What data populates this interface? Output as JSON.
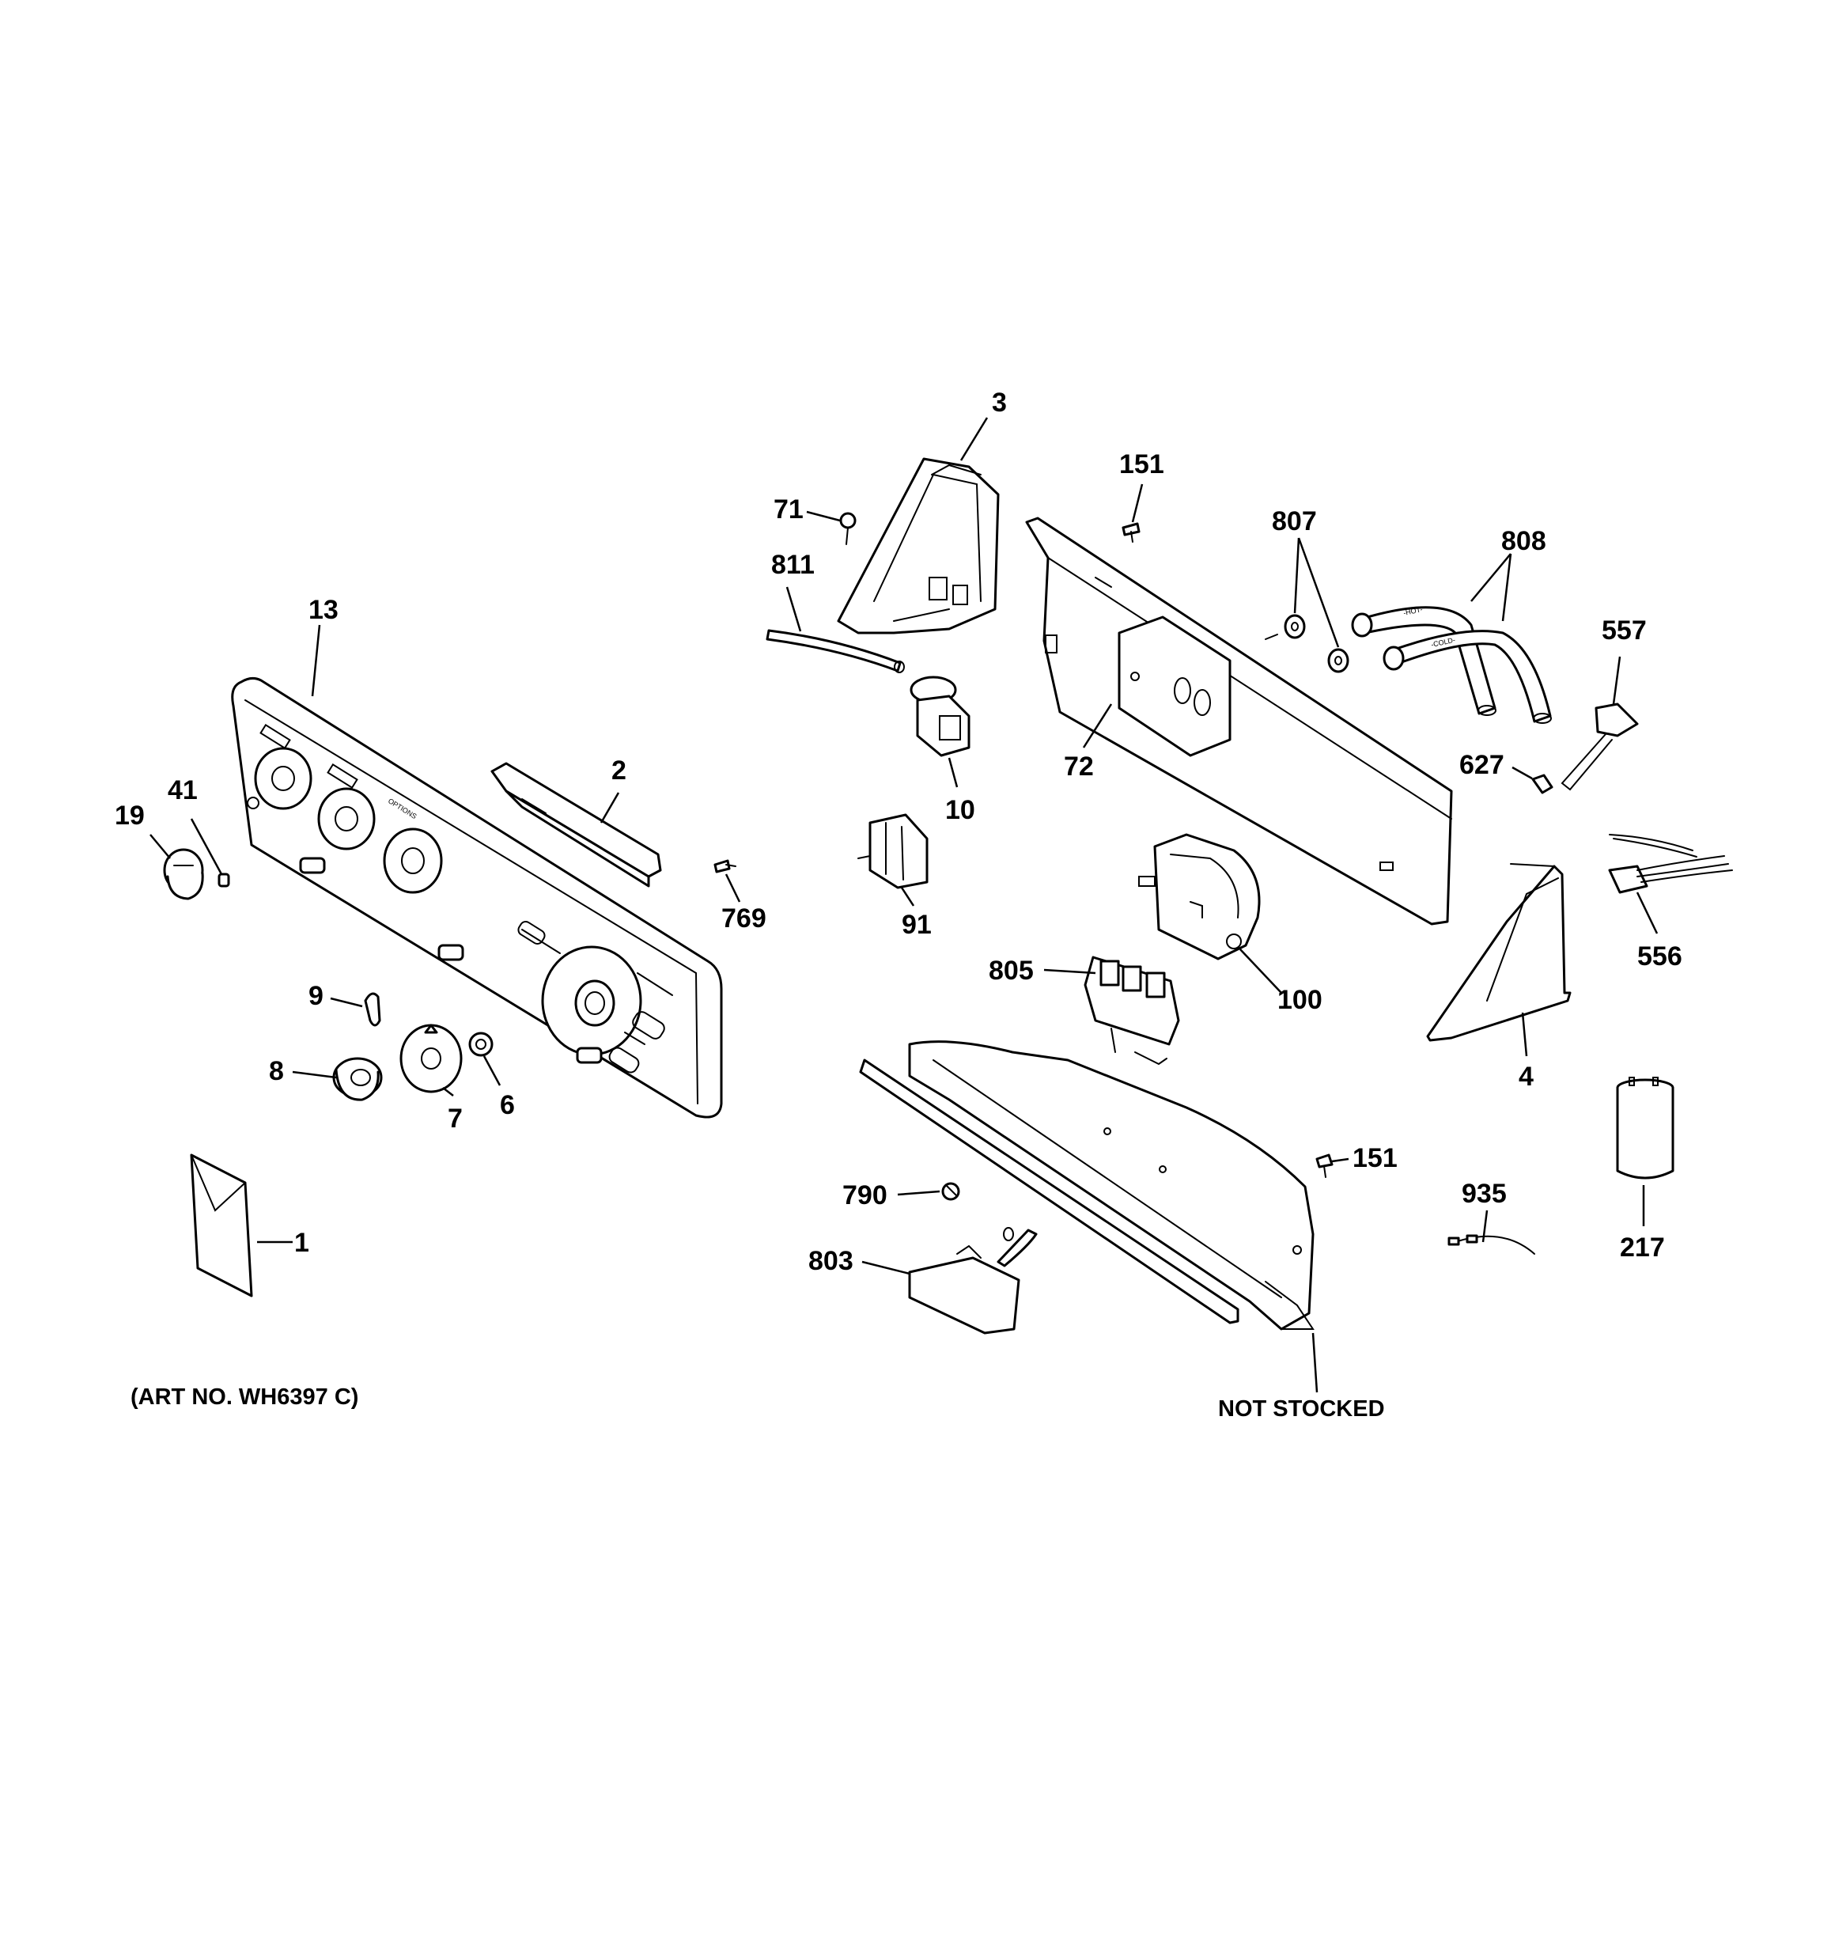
{
  "diagram": {
    "callouts": {
      "c3": "3",
      "c71": "71",
      "c811": "811",
      "c10": "10",
      "c91": "91",
      "c151a": "151",
      "c807": "807",
      "c808": "808",
      "c557": "557",
      "c627": "627",
      "c556": "556",
      "c72": "72",
      "c13": "13",
      "c2": "2",
      "c769": "769",
      "c19": "19",
      "c41": "41",
      "c9": "9",
      "c8": "8",
      "c7": "7",
      "c6": "6",
      "c1": "1",
      "c805": "805",
      "c100": "100",
      "c4": "4",
      "c151b": "151",
      "c790": "790",
      "c803": "803",
      "c935": "935",
      "c217": "217"
    },
    "art_number": "(ART NO. WH6397 C)",
    "not_stocked": "NOT STOCKED",
    "hose_labels": {
      "hot": "-HOT-",
      "cold": "-COLD-"
    },
    "panel_labels": {
      "options": "OPTIONS"
    }
  }
}
